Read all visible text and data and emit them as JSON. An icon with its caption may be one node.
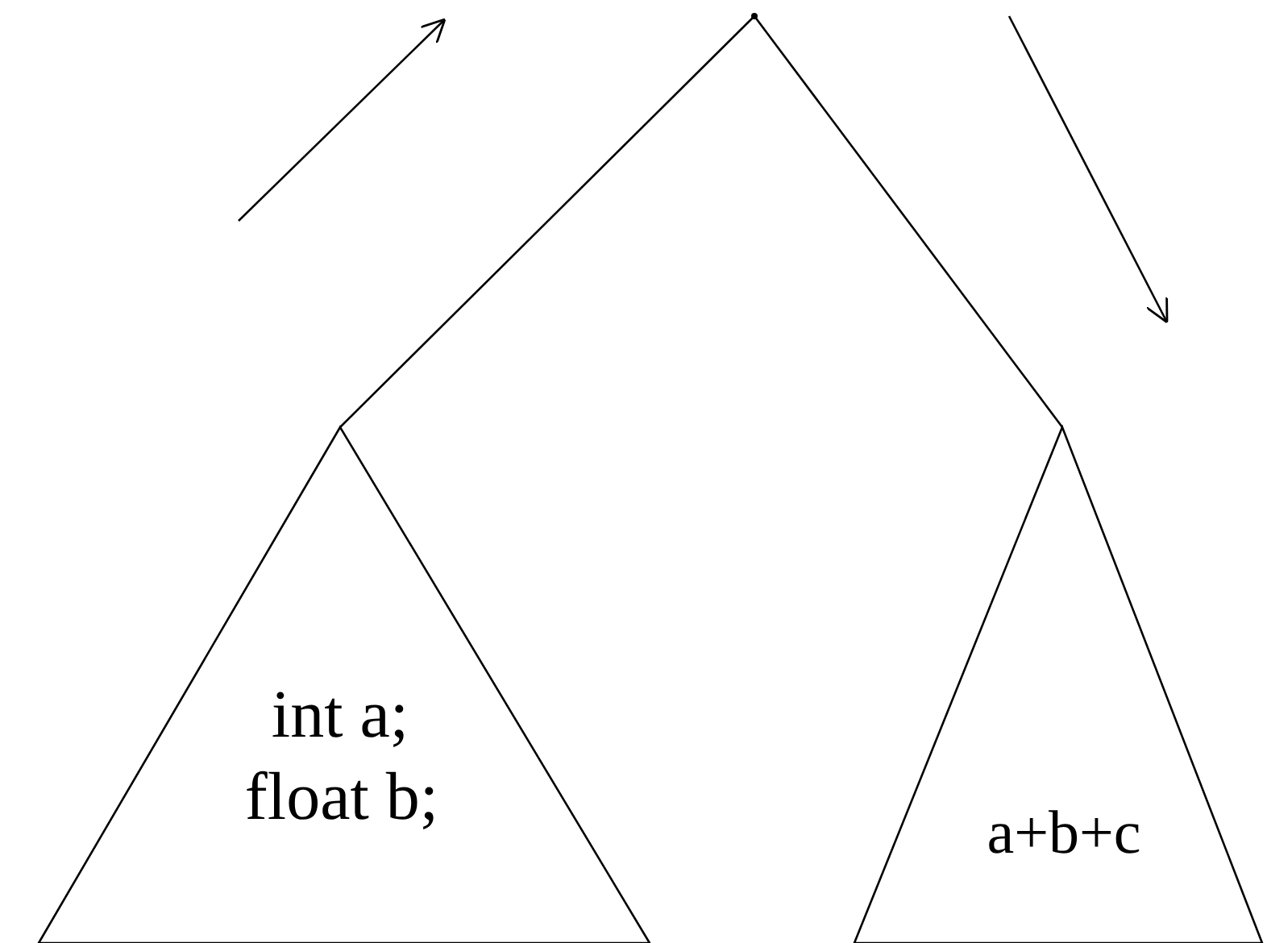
{
  "diagram": {
    "nodes": [
      {
        "text": [],
        "shape": "point"
      },
      {
        "text": [
          "int a;",
          "float b;"
        ]
      },
      {
        "text": [
          "a+b+c"
        ]
      }
    ],
    "edges": [
      {
        "from": 0,
        "to": 1,
        "arrow": "none"
      },
      {
        "from": 0,
        "to": 2,
        "arrow": "none"
      }
    ]
  }
}
